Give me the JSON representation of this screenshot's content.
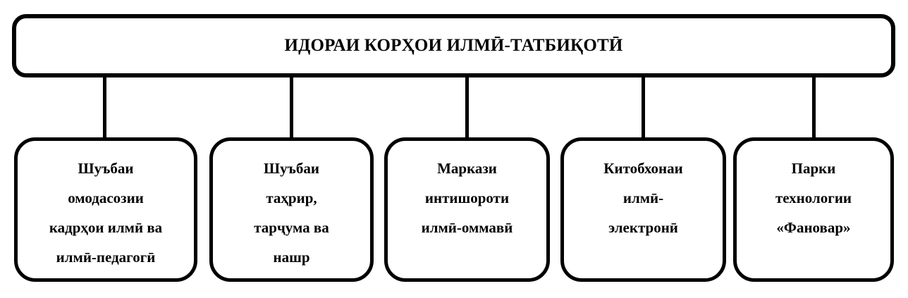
{
  "diagram": {
    "type": "organizational-chart",
    "colors": {
      "stroke": "#000000",
      "fill": "#ffffff",
      "text": "#000000"
    },
    "root": {
      "label": "ИДОРАИ КОРҲОИ ИЛМӢ-ТАТБИҚОТӢ"
    },
    "children": [
      {
        "label": "Шуъбаи\nомодасозии\nкадрҳои илмӣ ва\nилмӣ-педагогӣ",
        "lines": [
          "Шуъбаи",
          "омодасозии",
          "кадрҳои илмӣ ва",
          "илмӣ-педагогӣ"
        ]
      },
      {
        "label": "Шуъбаи\nтаҳрир,\nтарҷума ва\nнашр",
        "lines": [
          "Шуъбаи",
          "таҳрир,",
          "тарҷума ва",
          "нашр"
        ]
      },
      {
        "label": "Маркази\nинтишороти\nилмӣ-оммавӣ",
        "lines": [
          "Маркази",
          "интишороти",
          "илмӣ-оммавӣ"
        ]
      },
      {
        "label": "Китобхонаи\nилмӣ-\nэлектронӣ",
        "lines": [
          "Китобхонаи",
          "илмӣ-",
          "электронӣ"
        ]
      },
      {
        "label": "Парки\nтехнологии\n«Фановар»",
        "lines": [
          "Парки",
          "технологии",
          "«Фановар»"
        ]
      }
    ]
  }
}
